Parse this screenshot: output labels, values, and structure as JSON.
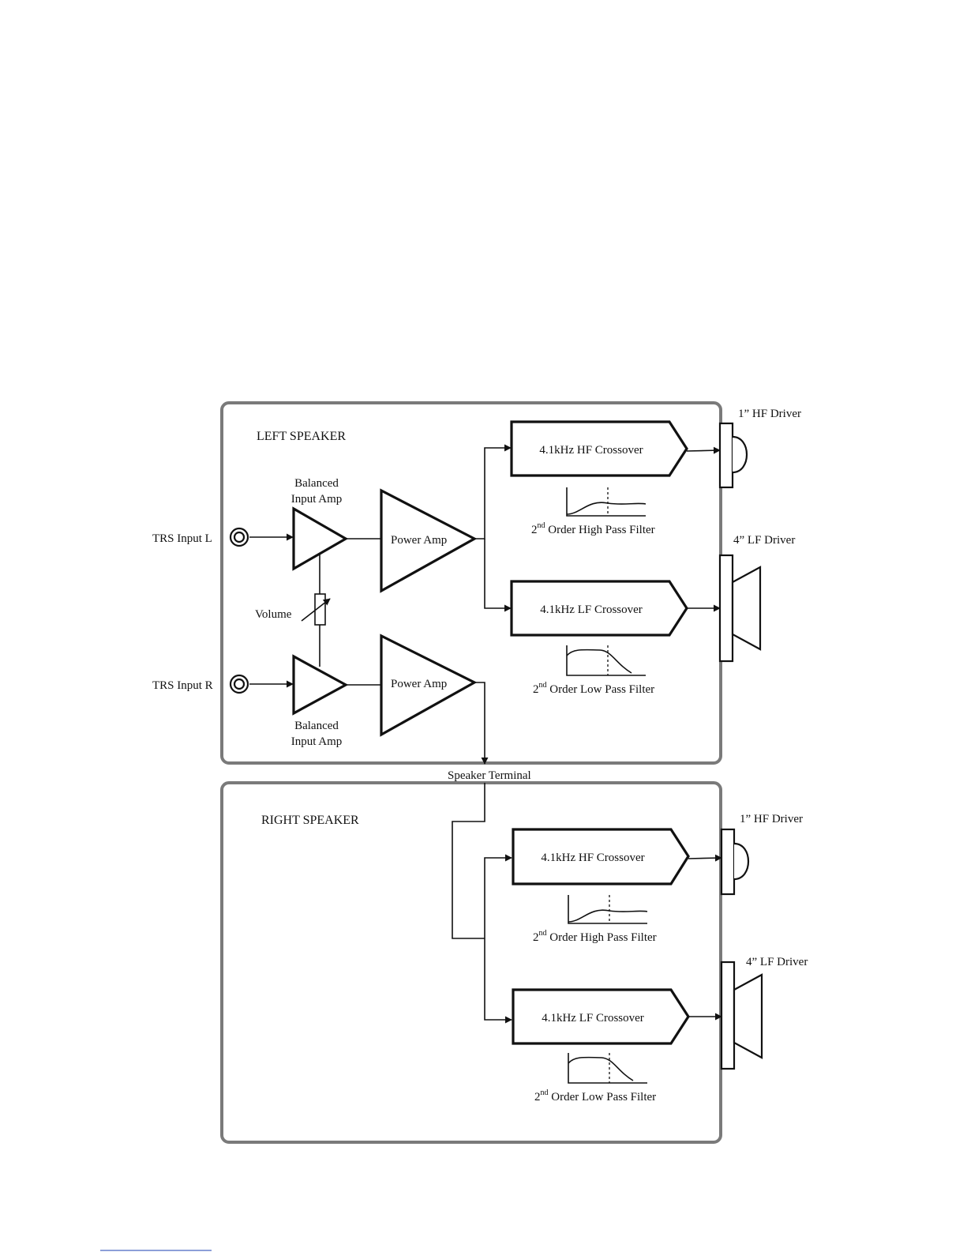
{
  "left_speaker": {
    "title": "LEFT SPEAKER",
    "input_l": "TRS Input L",
    "input_r": "TRS Input R",
    "balanced_top": [
      "Balanced",
      "Input Amp"
    ],
    "balanced_bottom": [
      "Balanced",
      "Input Amp"
    ],
    "volume": "Volume",
    "power_amp_top": "Power Amp",
    "power_amp_bottom": "Power Amp",
    "hf_crossover": "4.1kHz HF Crossover",
    "lf_crossover": "4.1kHz LF Crossover",
    "hpf": {
      "pre": "2",
      "sup": "nd",
      "post": " Order High Pass Filter"
    },
    "lpf": {
      "pre": "2",
      "sup": "nd",
      "post": " Order Low Pass Filter"
    },
    "hf_driver": "1” HF Driver",
    "lf_driver": "4” LF Driver"
  },
  "speaker_terminal": "Speaker Terminal",
  "right_speaker": {
    "title": "RIGHT SPEAKER",
    "hf_crossover": "4.1kHz HF Crossover",
    "lf_crossover": "4.1kHz LF Crossover",
    "hpf": {
      "pre": "2",
      "sup": "nd",
      "post": " Order High Pass Filter"
    },
    "lpf": {
      "pre": "2",
      "sup": "nd",
      "post": " Order Low Pass Filter"
    },
    "hf_driver": "1” HF Driver",
    "lf_driver": "4” LF Driver"
  },
  "colors": {
    "panel_border": "#7a7a7a",
    "line": "#111111",
    "footer_rule": "#1a3fb0"
  }
}
